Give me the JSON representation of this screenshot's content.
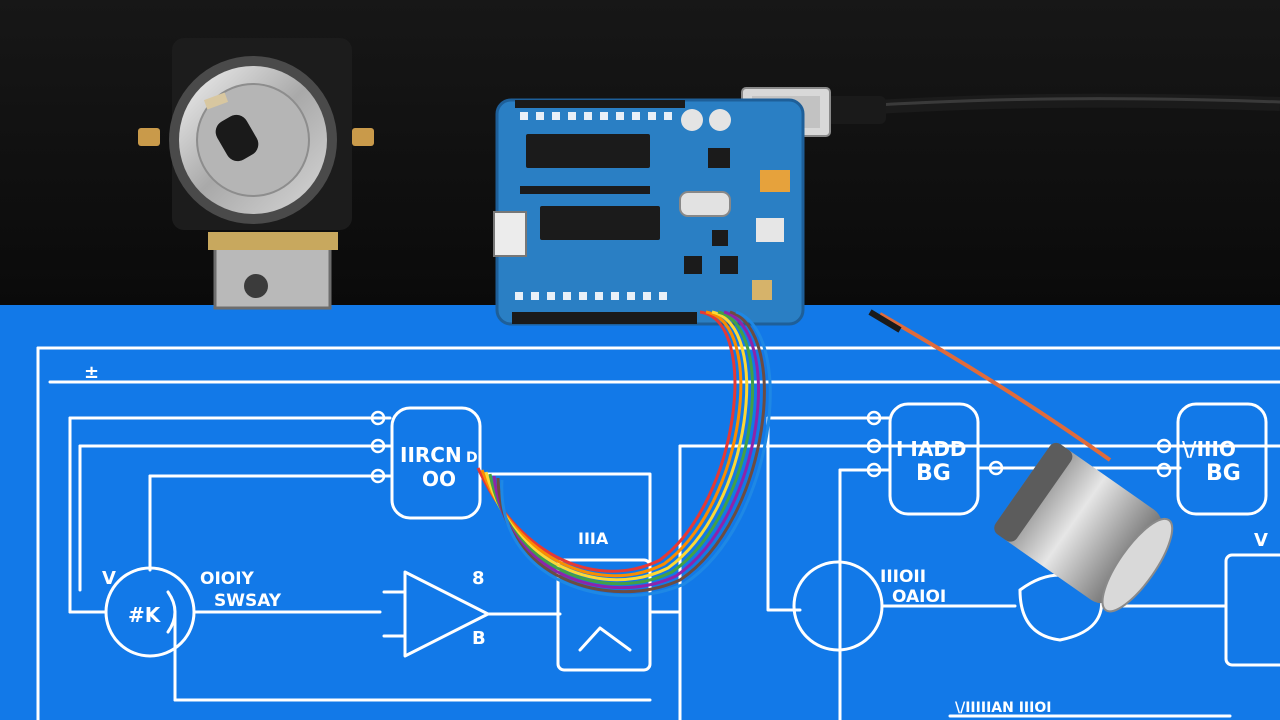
{
  "scene": {
    "surface_color": "#121212",
    "schematic_color": "#1279e8",
    "line_color": "#ffffff",
    "board_color": "#2a7fc4"
  },
  "schematic_labels": {
    "top_left_mark": "±",
    "left_ic_line1": "IIRCN",
    "left_ic_line2": "OO",
    "left_ic_pin_right": "D",
    "mid_ic_line1": "I IADD",
    "mid_ic_line2": "BG",
    "right_ic_line1": "\\/IIIO",
    "right_ic_line2": "BG",
    "motor_left_symbol": "#K",
    "motor_left_label1": "OIOIY",
    "motor_left_label2": "SWSAY",
    "motor_left_v": "V",
    "opamp_b_top": "8",
    "opamp_b_bottom": "B",
    "block_label": "IIIA",
    "motor_right_label1": "IIIOII",
    "motor_right_label2": "OAIOI",
    "right_v": "V",
    "bottom_caption": "\\/IIIIIAN IIIOI"
  }
}
